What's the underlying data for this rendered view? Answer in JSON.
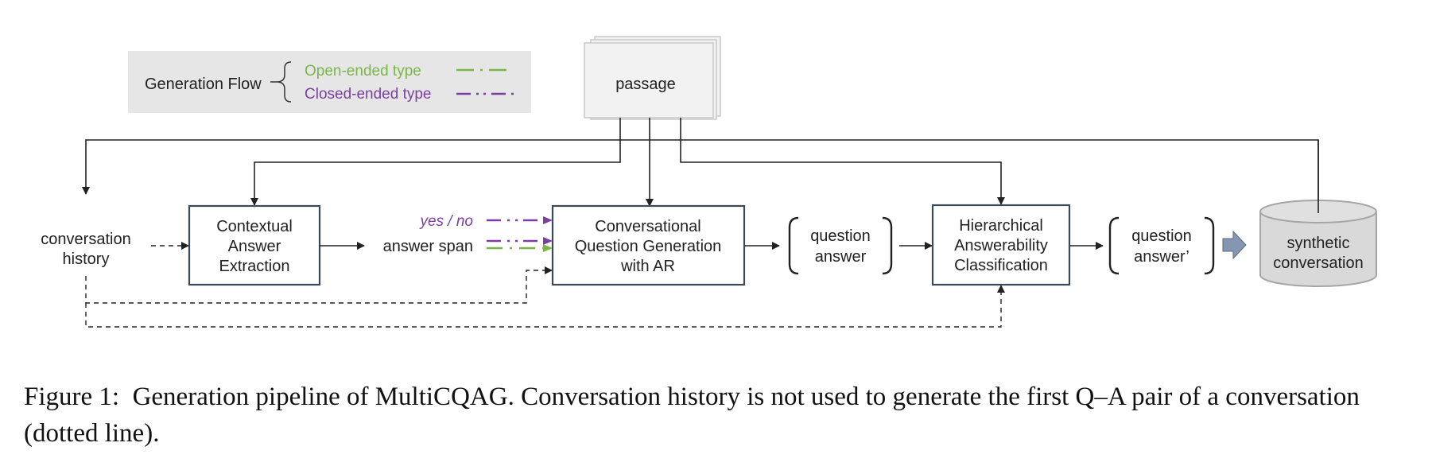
{
  "legend": {
    "title": "Generation Flow",
    "open_label": "Open-ended type",
    "closed_label": "Closed-ended type",
    "open_color": "#7ab648",
    "closed_color": "#7b3fa4",
    "background": "#e6e6e6"
  },
  "nodes": {
    "passage": "passage",
    "history_line1": "conversation",
    "history_line2": "history",
    "cae_line1": "Contextual",
    "cae_line2": "Answer",
    "cae_line3": "Extraction",
    "yes_no": "yes / no",
    "answer_span": "answer span",
    "cqg_line1": "Conversational",
    "cqg_line2": "Question Generation",
    "cqg_line3": "with AR",
    "qa1_question": "question",
    "qa1_answer": "answer",
    "hac_line1": "Hierarchical",
    "hac_line2": "Answerability",
    "hac_line3": "Classification",
    "qa2_question": "question",
    "qa2_answer": "answer’",
    "synthetic_line1": "synthetic",
    "synthetic_line2": "conversation"
  },
  "colors": {
    "line": "#222222",
    "box_border": "#3c4a57",
    "passage_fill": "#f2f2f2",
    "cylinder_fill": "#d9d9d9",
    "cylinder_border": "#a6a6a6",
    "big_arrow": "#8496b0"
  },
  "caption": "Figure 1:  Generation pipeline of MultiCQAG. Conversation history is not used to generate the first Q–A pair of a conversation (dotted line)."
}
